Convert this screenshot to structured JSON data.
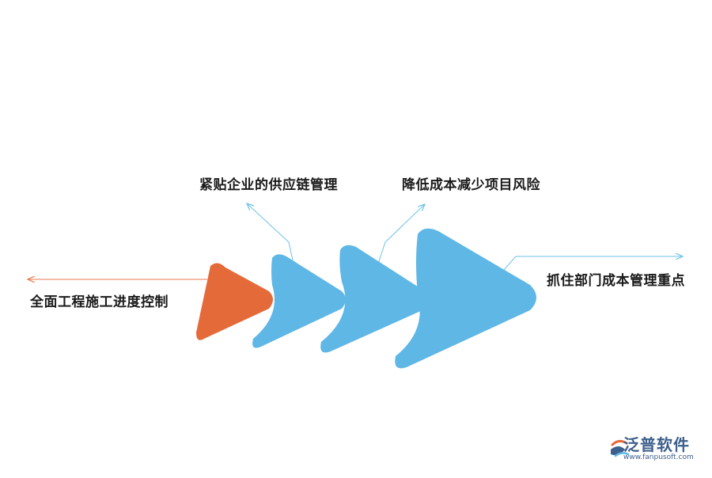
{
  "colors": {
    "accent_orange": "#E56A3A",
    "accent_blue": "#5FB7E6",
    "line_orange": "#E8794C",
    "line_blue": "#6CC2E8",
    "brand": "#3D5F8C"
  },
  "stages": [
    {
      "label": "全面工程施工进度控制",
      "color": "orange"
    },
    {
      "label": "紧贴企业的供应链管理",
      "color": "blue"
    },
    {
      "label": "降低成本减少项目风险",
      "color": "blue"
    },
    {
      "label": "抓住部门成本管理重点",
      "color": "blue"
    }
  ],
  "brand": {
    "name": "泛普软件",
    "url": "www.fanpusoft.com",
    "icon": "fanpu-logo-icon"
  }
}
